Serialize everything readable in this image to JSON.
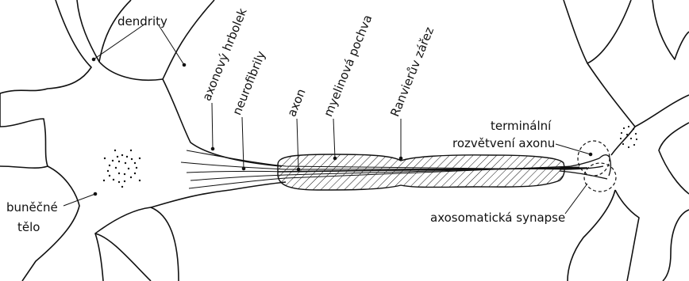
{
  "labels": {
    "dendrity": "dendrity",
    "bunecne_line1": "buněčné",
    "bunecne_line2": "tělo",
    "axonovy_hrbolek": "axonový hrbolek",
    "neurofibrily": "neurofibrily",
    "axon": "axon",
    "myelinova_pochva": "myelinová pochva",
    "ranvieruv_zarez": "Ranvierův zářez",
    "terminalni_line1": "terminální",
    "terminalni_line2": "rozvětvení axonu",
    "axosomaticka_synapse": "axosomatická synapse"
  },
  "colors": {
    "line": "#111111",
    "background": "#ffffff"
  }
}
